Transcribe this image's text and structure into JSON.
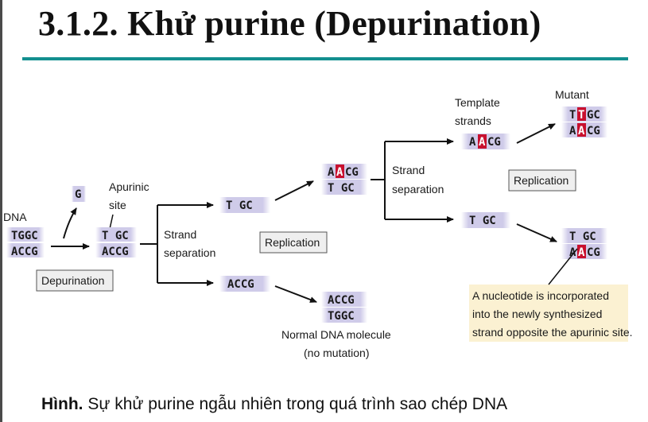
{
  "title": "3.1.2. Khử purine (Depurination)",
  "caption": {
    "bold": "Hình.",
    "text": " Sự khử purine ngẫu nhiên trong quá trình sao chép DNA"
  },
  "diagram": {
    "dna_label": "DNA",
    "dna_top": "TGGC",
    "dna_bottom": "ACCG",
    "released_base": "G",
    "apurinic_line1": "Apurinic",
    "apurinic_line2": "site",
    "apurinic_top": "T GC",
    "apurinic_bottom": "ACCG",
    "depurination_box": "Depurination",
    "strand_sep1_line1": "Strand",
    "strand_sep1_line2": "separation",
    "upper_single": "T GC",
    "lower_single": "ACCG",
    "replication_box1": "Replication",
    "upper_dup_top_a": "A",
    "upper_dup_top_b": "A",
    "upper_dup_top_rest": "CG",
    "upper_dup_bottom": "T GC",
    "normal_top": "ACCG",
    "normal_bottom": "TGGC",
    "normal_line1": "Normal DNA molecule",
    "normal_line2": "(no mutation)",
    "strand_sep2_line1": "Strand",
    "strand_sep2_line2": "separation",
    "template_line1": "Template",
    "template_line2": "strands",
    "template_a": "A",
    "template_a_red": "A",
    "template_rest": "CG",
    "template_lower": "T GC",
    "replication_box2": "Replication",
    "mutant_label": "Mutant",
    "mutant_top_t": "T",
    "mutant_top_red": "T",
    "mutant_top_rest": "GC",
    "mutant_bottom_a": "A",
    "mutant_bottom_red": "A",
    "mutant_bottom_rest": "CG",
    "final_top": "T GC",
    "final_bottom_a": "A",
    "final_bottom_red": "A",
    "final_bottom_rest": "CG",
    "note_line1": "A nucleotide is incorporated",
    "note_line2": "into the newly synthesized",
    "note_line3": "strand opposite the apurinic site."
  },
  "colors": {
    "title_rule": "#138f8f",
    "strand_band": "#c9c6e6",
    "mutation_red": "#c8102e",
    "note_background": "#fbf1d2"
  }
}
